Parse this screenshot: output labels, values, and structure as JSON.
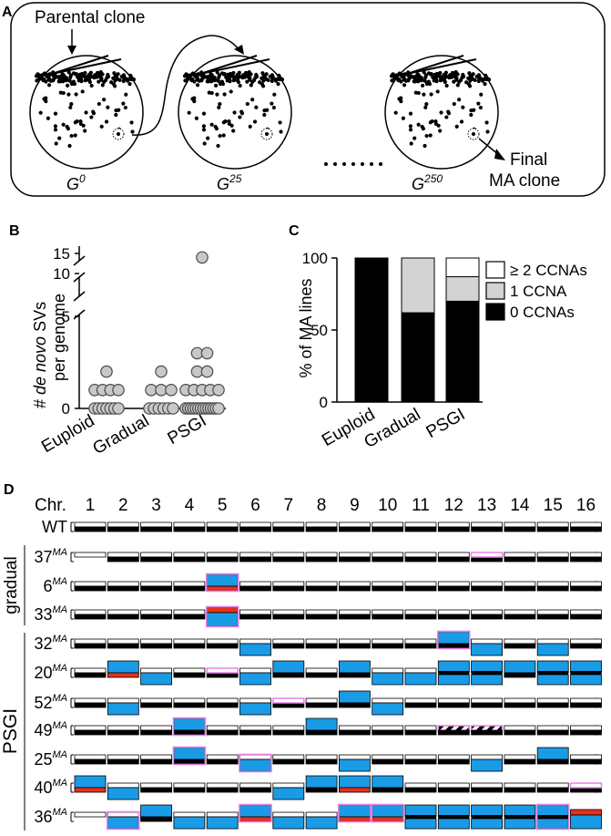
{
  "panelA": {
    "letter": "A",
    "parental_label": "Parental clone",
    "final_label_1": "Final",
    "final_label_2": "MA clone",
    "dish_labels": [
      {
        "base": "G",
        "sup": "0"
      },
      {
        "base": "G",
        "sup": "25"
      },
      {
        "base": "G",
        "sup": "250"
      }
    ]
  },
  "panelB": {
    "letter": "B",
    "ylabel_line1_pre": "# ",
    "ylabel_line1_italic": "de novo",
    "ylabel_line1_post": " SVs",
    "ylabel_line2": "per genome",
    "yticks": [
      "0",
      "5",
      "10",
      "15"
    ],
    "chart_data": {
      "type": "scatter",
      "categories": [
        "Euploid",
        "Gradual",
        "PSGI"
      ],
      "series": [
        {
          "category": "Euploid",
          "values": [
            0,
            0,
            0,
            0,
            0,
            0,
            0,
            1,
            1,
            1,
            1,
            2
          ]
        },
        {
          "category": "Gradual",
          "values": [
            0,
            0,
            0,
            0,
            0,
            0,
            1,
            1,
            1,
            2
          ]
        },
        {
          "category": "PSGI",
          "values": [
            0,
            0,
            0,
            0,
            0,
            0,
            0,
            0,
            0,
            0,
            0,
            0,
            0,
            0,
            1,
            1,
            1,
            1,
            1,
            2,
            2,
            3,
            3,
            14
          ]
        }
      ],
      "ylim": [
        0,
        15
      ]
    }
  },
  "panelC": {
    "letter": "C",
    "ylabel": "% of MA lines",
    "yticks": [
      "0",
      "50",
      "100"
    ],
    "legend": [
      "≥ 2 CCNAs",
      "1 CCNA",
      "0 CCNAs"
    ],
    "colors": {
      "zero": "#000000",
      "one": "#d3d3d3",
      "two": "#ffffff"
    },
    "chart_data": {
      "type": "bar",
      "stacked": true,
      "categories": [
        "Euploid",
        "Gradual",
        "PSGI"
      ],
      "series": [
        {
          "name": "0 CCNAs",
          "values": [
            100,
            62,
            70
          ]
        },
        {
          "name": "1 CCNA",
          "values": [
            0,
            38,
            17
          ]
        },
        {
          "name": "≥ 2 CCNAs",
          "values": [
            0,
            0,
            13
          ]
        }
      ],
      "ylim": [
        0,
        100
      ]
    }
  },
  "panelD": {
    "letter": "D",
    "chr_label": "Chr.",
    "chromosomes": [
      "1",
      "2",
      "3",
      "4",
      "5",
      "6",
      "7",
      "8",
      "9",
      "10",
      "11",
      "12",
      "13",
      "14",
      "15",
      "16"
    ],
    "group_labels": [
      "gradual",
      "PSGI"
    ],
    "colors": {
      "gain": "#1a9be6",
      "loss": "#e8301e",
      "outline": "#e880e8"
    },
    "rows": [
      {
        "base": "WT",
        "sup": "",
        "events": []
      },
      {
        "base": "37",
        "sup": "MA",
        "events": [
          {
            "chr": 1,
            "type": "missing"
          },
          {
            "chr": 13,
            "type": "outline"
          }
        ]
      },
      {
        "base": "6",
        "sup": "MA",
        "events": [
          {
            "chr": 5,
            "type": "gain_loss",
            "outline": true
          }
        ]
      },
      {
        "base": "33",
        "sup": "MA",
        "events": [
          {
            "chr": 5,
            "type": "loss_gain",
            "outline": true
          }
        ]
      },
      {
        "base": "32",
        "sup": "MA",
        "events": [
          {
            "chr": 6,
            "type": "gain_bottom"
          },
          {
            "chr": 12,
            "type": "gain_top",
            "outline": true
          },
          {
            "chr": 13,
            "type": "gain_bottom"
          },
          {
            "chr": 15,
            "type": "gain_bottom"
          }
        ]
      },
      {
        "base": "20",
        "sup": "MA",
        "events": [
          {
            "chr": 2,
            "type": "gain_loss"
          },
          {
            "chr": 3,
            "type": "gain_bottom"
          },
          {
            "chr": 5,
            "type": "outline"
          },
          {
            "chr": 6,
            "type": "gain_bottom"
          },
          {
            "chr": 7,
            "type": "gain_top"
          },
          {
            "chr": 9,
            "type": "gain_top"
          },
          {
            "chr": 10,
            "type": "gain_bottom"
          },
          {
            "chr": 11,
            "type": "gain_bottom"
          },
          {
            "chr": 12,
            "type": "gain_both"
          },
          {
            "chr": 13,
            "type": "gain_both"
          },
          {
            "chr": 14,
            "type": "gain_top"
          },
          {
            "chr": 15,
            "type": "gain_both"
          },
          {
            "chr": 16,
            "type": "gain_both"
          }
        ]
      },
      {
        "base": "52",
        "sup": "MA",
        "events": [
          {
            "chr": 2,
            "type": "gain_bottom"
          },
          {
            "chr": 6,
            "type": "gain_bottom"
          },
          {
            "chr": 7,
            "type": "outline"
          },
          {
            "chr": 9,
            "type": "gain_top"
          },
          {
            "chr": 10,
            "type": "gain_bottom"
          }
        ]
      },
      {
        "base": "49",
        "sup": "MA",
        "events": [
          {
            "chr": 4,
            "type": "gain_top",
            "outline": true
          },
          {
            "chr": 8,
            "type": "gain_top"
          },
          {
            "chr": 12,
            "type": "hatched"
          },
          {
            "chr": 13,
            "type": "hatched"
          }
        ]
      },
      {
        "base": "25",
        "sup": "MA",
        "events": [
          {
            "chr": 4,
            "type": "gain_top",
            "outline": true
          },
          {
            "chr": 6,
            "type": "gain_bottom",
            "outline": true
          },
          {
            "chr": 9,
            "type": "gain_bottom"
          },
          {
            "chr": 13,
            "type": "gain_bottom"
          },
          {
            "chr": 15,
            "type": "gain_top"
          }
        ]
      },
      {
        "base": "40",
        "sup": "MA",
        "events": [
          {
            "chr": 1,
            "type": "gain_loss"
          },
          {
            "chr": 2,
            "type": "gain_bottom"
          },
          {
            "chr": 7,
            "type": "gain_bottom"
          },
          {
            "chr": 8,
            "type": "gain_top"
          },
          {
            "chr": 9,
            "type": "gain_loss"
          },
          {
            "chr": 10,
            "type": "gain_top"
          },
          {
            "chr": 16,
            "type": "outline"
          }
        ]
      },
      {
        "base": "36",
        "sup": "MA",
        "events": [
          {
            "chr": 1,
            "type": "missing"
          },
          {
            "chr": 2,
            "type": "gain_bottom",
            "outline": true
          },
          {
            "chr": 3,
            "type": "gain_top"
          },
          {
            "chr": 4,
            "type": "gain_bottom"
          },
          {
            "chr": 5,
            "type": "gain_bottom"
          },
          {
            "chr": 6,
            "type": "gain_loss",
            "outline": true
          },
          {
            "chr": 7,
            "type": "gain_bottom"
          },
          {
            "chr": 8,
            "type": "gain_bottom"
          },
          {
            "chr": 9,
            "type": "gain_loss",
            "outline": true
          },
          {
            "chr": 10,
            "type": "gain_loss",
            "outline": true
          },
          {
            "chr": 11,
            "type": "gain_both"
          },
          {
            "chr": 12,
            "type": "gain_both"
          },
          {
            "chr": 13,
            "type": "gain_both"
          },
          {
            "chr": 14,
            "type": "gain_both"
          },
          {
            "chr": 15,
            "type": "gain_both",
            "outline": true
          },
          {
            "chr": 16,
            "type": "loss_gain"
          }
        ]
      }
    ]
  }
}
